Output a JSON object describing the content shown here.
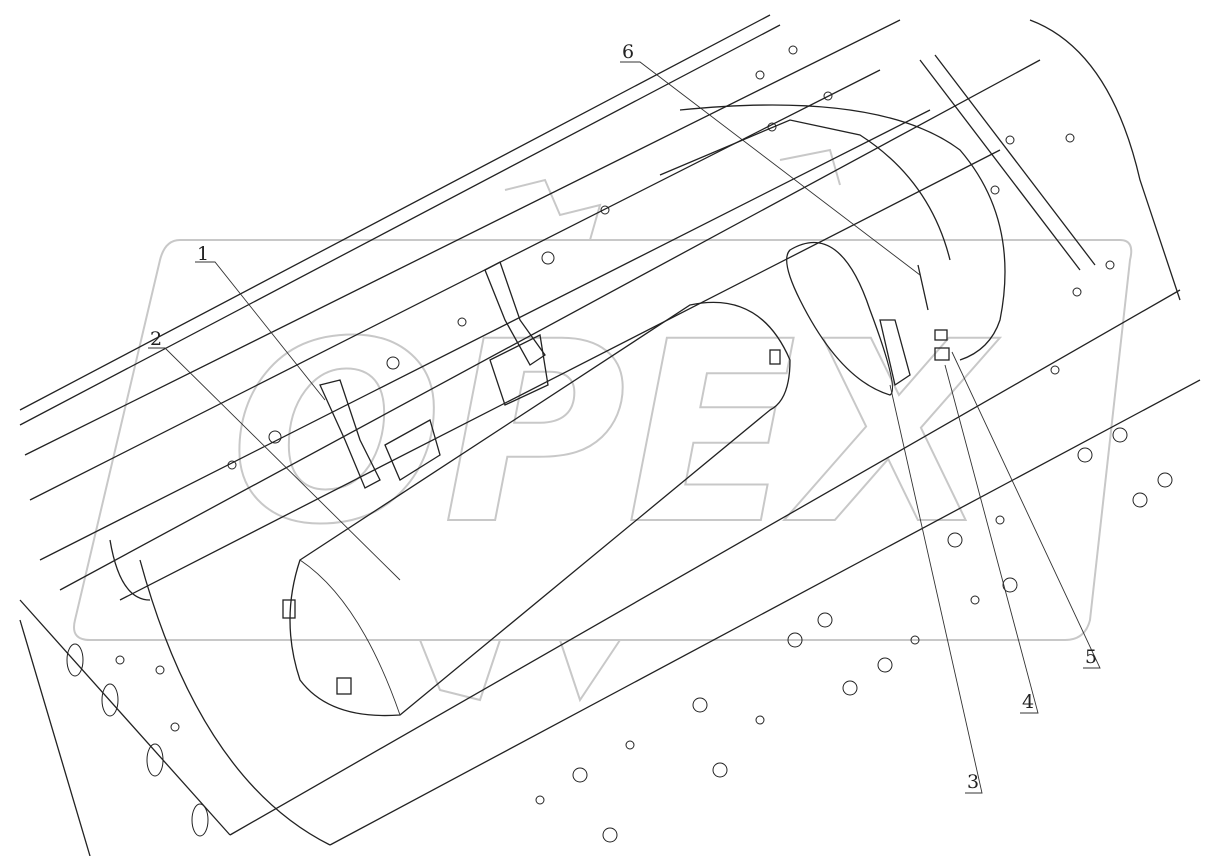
{
  "drawing": {
    "watermark": "OPEX",
    "callouts": [
      {
        "label": "1"
      },
      {
        "label": "2"
      },
      {
        "label": "3"
      },
      {
        "label": "4"
      },
      {
        "label": "5"
      },
      {
        "label": "6"
      }
    ],
    "line_color": "#222222",
    "watermark_color": "#c8c8c8"
  }
}
